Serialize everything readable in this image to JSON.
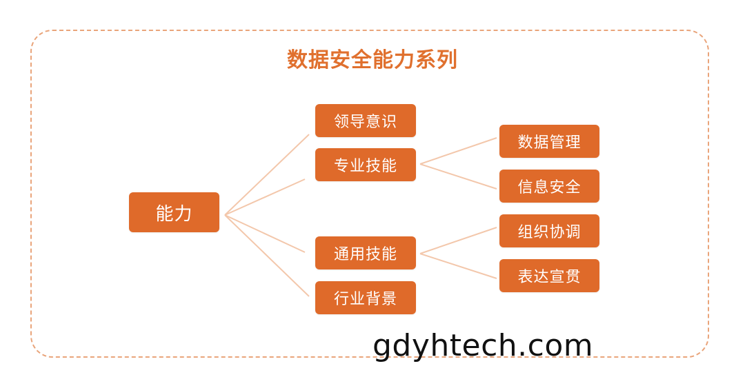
{
  "title": "数据安全能力系列",
  "tree": {
    "root": "能力",
    "level1": [
      "领导意识",
      "专业技能",
      "通用技能",
      "行业背景"
    ],
    "level2": {
      "专业技能": [
        "数据管理",
        "信息安全"
      ],
      "通用技能": [
        "组织协调",
        "表达宣贯"
      ]
    }
  },
  "watermark": "gdyhtech.com",
  "colors": {
    "node_fill": "#df6a2a",
    "title": "#e0702e",
    "frame_border": "#e9a47a",
    "connector": "#f3c7ab"
  }
}
